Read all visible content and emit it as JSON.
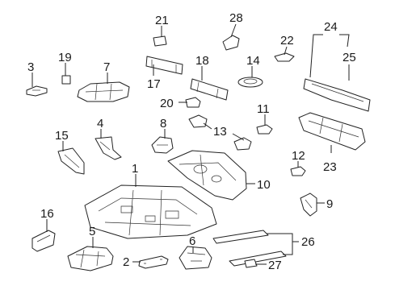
{
  "callouts": [
    {
      "id": "c1",
      "text": "1"
    },
    {
      "id": "c2",
      "text": "2"
    },
    {
      "id": "c3",
      "text": "3"
    },
    {
      "id": "c4",
      "text": "4"
    },
    {
      "id": "c5",
      "text": "5"
    },
    {
      "id": "c6",
      "text": "6"
    },
    {
      "id": "c7",
      "text": "7"
    },
    {
      "id": "c8",
      "text": "8"
    },
    {
      "id": "c9",
      "text": "9"
    },
    {
      "id": "c10",
      "text": "10"
    },
    {
      "id": "c11",
      "text": "11"
    },
    {
      "id": "c12",
      "text": "12"
    },
    {
      "id": "c13",
      "text": "13"
    },
    {
      "id": "c14",
      "text": "14"
    },
    {
      "id": "c15",
      "text": "15"
    },
    {
      "id": "c16",
      "text": "16"
    },
    {
      "id": "c17",
      "text": "17"
    },
    {
      "id": "c18",
      "text": "18"
    },
    {
      "id": "c19",
      "text": "19"
    },
    {
      "id": "c20",
      "text": "20"
    },
    {
      "id": "c21",
      "text": "21"
    },
    {
      "id": "c22",
      "text": "22"
    },
    {
      "id": "c23",
      "text": "23"
    },
    {
      "id": "c24",
      "text": "24"
    },
    {
      "id": "c25",
      "text": "25"
    },
    {
      "id": "c26",
      "text": "26"
    },
    {
      "id": "c27",
      "text": "27"
    },
    {
      "id": "c28",
      "text": "28"
    }
  ]
}
